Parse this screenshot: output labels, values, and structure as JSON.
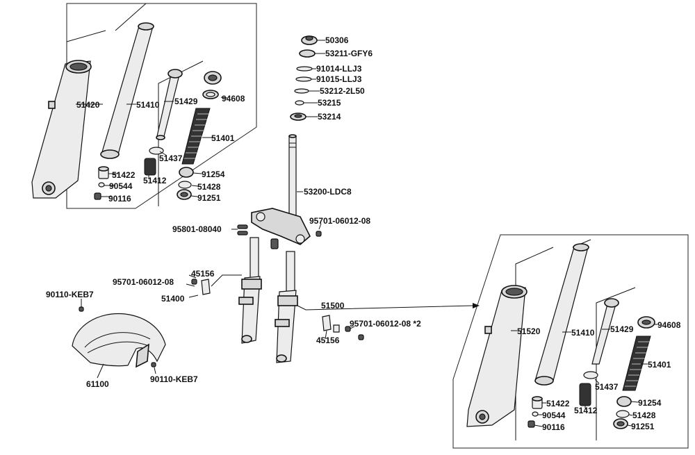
{
  "labels": {
    "l51420": "51420",
    "l51410": "51410",
    "l51429": "51429",
    "l94608": "94608",
    "l51401": "51401",
    "l51437": "51437",
    "l51422": "51422",
    "l90544": "90544",
    "l51412": "51412",
    "l91254": "91254",
    "l51428": "51428",
    "l90116": "90116",
    "l91251": "91251",
    "l50306": "50306",
    "l53211": "53211-GFY6",
    "l91014": "91014-LLJ3",
    "l91015": "91015-LLJ3",
    "l53212": "53212-2L50",
    "l53215": "53215",
    "l53214": "53214",
    "l53200": "53200-LDC8",
    "l95801": "95801-08040",
    "l95701a": "95701-06012-08",
    "l45156a": "45156",
    "l95701b": "95701-06012-08",
    "l51400": "51400",
    "l90110a": "90110-KEB7",
    "l61100": "61100",
    "l90110b": "90110-KEB7",
    "l51500": "51500",
    "l95701c": "95701-06012-08 *2",
    "l45156b": "45156",
    "r51520": "51520",
    "r51410": "51410",
    "r51429": "51429",
    "r94608": "94608",
    "r51401": "51401",
    "r51437": "51437",
    "r51422": "51422",
    "r90544": "90544",
    "r51412": "51412",
    "r91254": "91254",
    "r51428": "51428",
    "r90116": "90116",
    "r91251": "91251"
  }
}
